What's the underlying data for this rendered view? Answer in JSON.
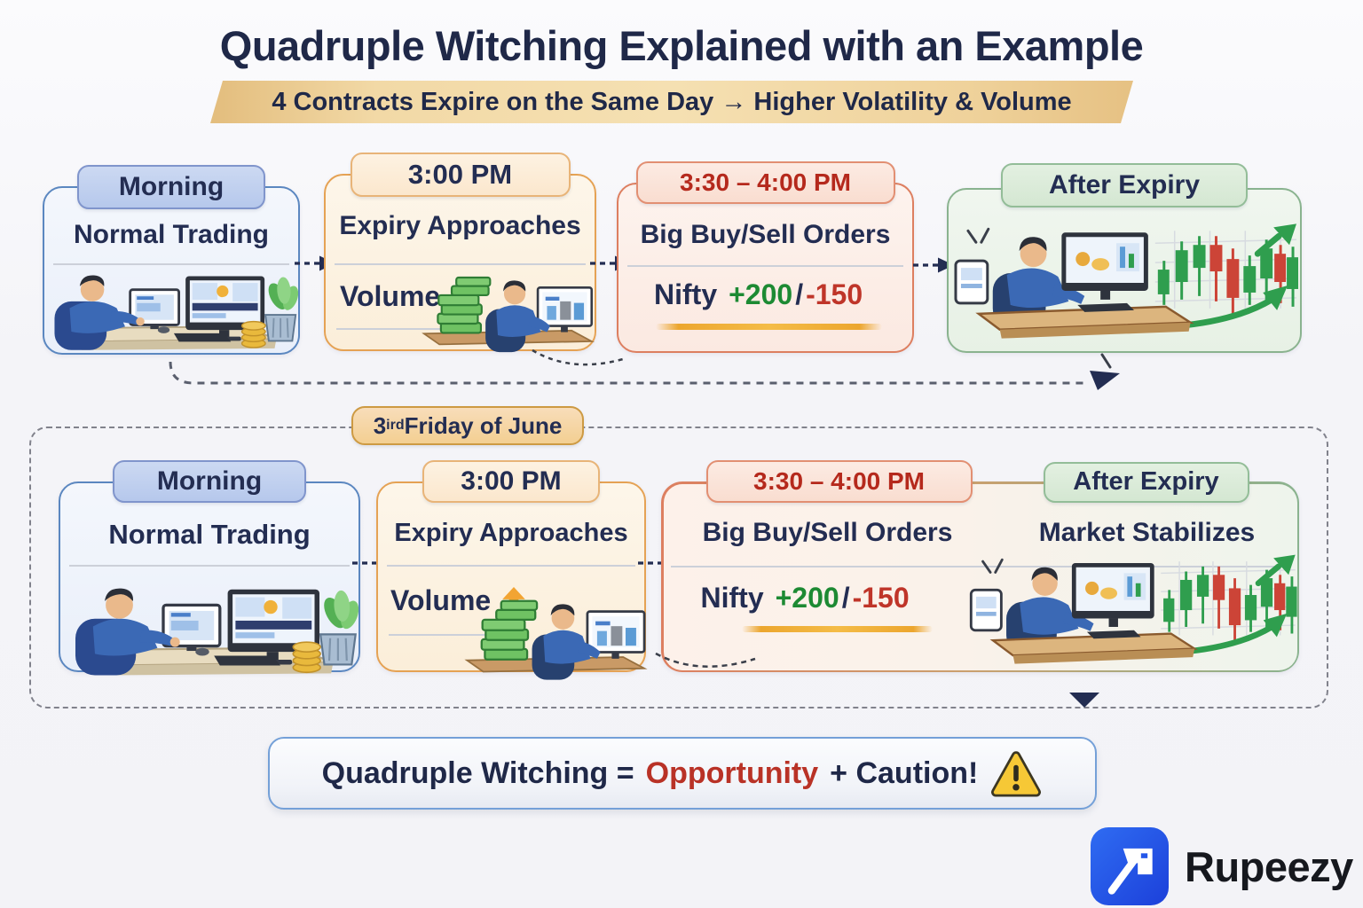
{
  "header": {
    "title": "Quadruple Witching Explained with an Example",
    "subtitle": "4 Contracts Expire on the Same Day → Higher Volatility & Volume"
  },
  "timeline_badge": {
    "number": "3",
    "ordinal": "ird",
    "text": " Friday of June"
  },
  "row1": {
    "morning": {
      "header": "Morning",
      "caption": "Normal Trading"
    },
    "three_pm": {
      "header": "3:00 PM",
      "caption": "Expiry Approaches",
      "volume_label": "Volume"
    },
    "close_window": {
      "header": "3:30 – 4:00 PM",
      "caption": "Big Buy/Sell Orders",
      "nifty_label": "Nifty",
      "nifty_up": "+200",
      "nifty_sep": "/",
      "nifty_down": "-150"
    },
    "after_expiry": {
      "header": "After Expiry"
    }
  },
  "row2": {
    "morning": {
      "header": "Morning",
      "caption": "Normal Trading"
    },
    "three_pm": {
      "header": "3:00 PM",
      "caption": "Expiry Approaches",
      "volume_label": "Volume"
    },
    "close_window": {
      "header": "3:30 – 4:00 PM",
      "caption": "Big Buy/Sell Orders",
      "nifty_label": "Nifty",
      "nifty_up": "+200",
      "nifty_sep": "/",
      "nifty_down": "-150"
    },
    "after_expiry": {
      "header": "After Expiry",
      "caption": "Market Stabilizes"
    }
  },
  "conclusion": {
    "lead": "Quadruple Witching =",
    "highlight": "Opportunity",
    "tail": "+ Caution!"
  },
  "brand": {
    "name": "Rupeezy"
  },
  "colors": {
    "navy": "#232d52",
    "red": "#bf3529",
    "green": "#1d8a33",
    "banner_gold": "#efd29b",
    "brand_blue": "#2257e8",
    "warning_yellow": "#f6c836"
  }
}
